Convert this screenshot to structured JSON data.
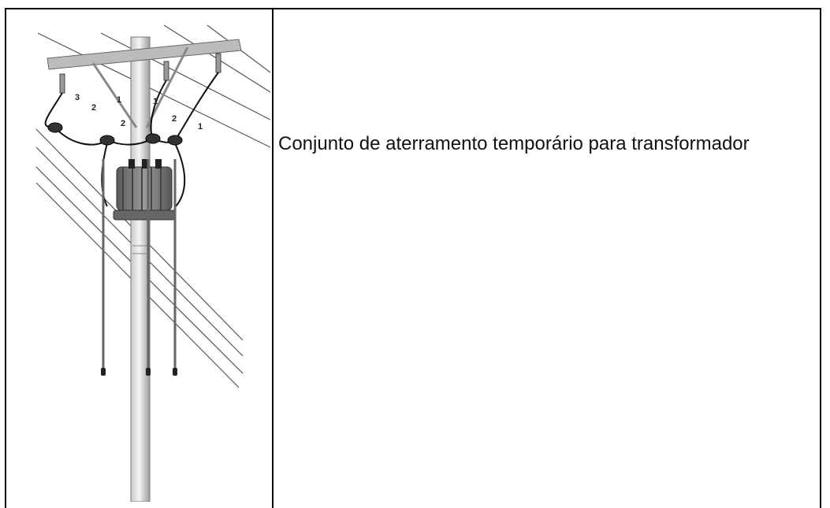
{
  "figure": {
    "callouts": [
      "3",
      "2",
      "1",
      "2",
      "1",
      "2",
      "1"
    ]
  },
  "caption": {
    "text": "Conjunto de aterramento temporário para transformador"
  }
}
